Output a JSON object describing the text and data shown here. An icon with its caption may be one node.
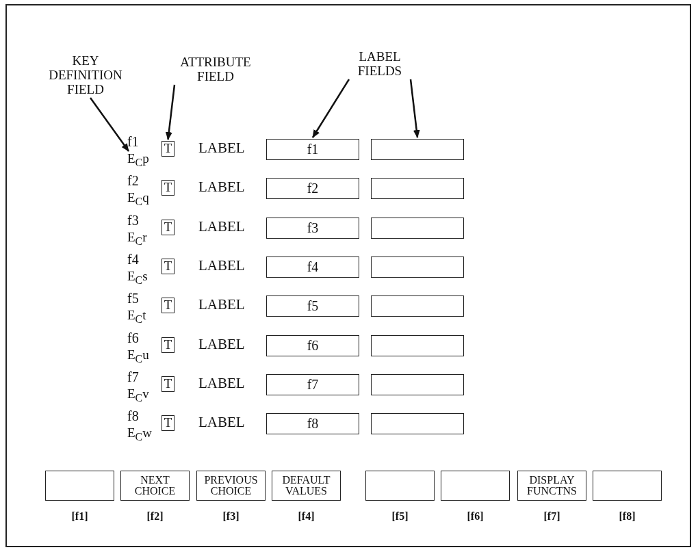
{
  "diagram": {
    "nodes": [
      {
        "text": [
          "KEY DEFINITION FIELD"
        ]
      },
      {
        "text": [
          "ATTRIBUTE FIELD"
        ]
      },
      {
        "text": [
          "LABEL FIELDS"
        ]
      },
      {
        "text": [
          "f1",
          "E$_{C}$p"
        ]
      },
      {
        "text": [
          "T"
        ]
      },
      {
        "text": [
          "f1"
        ]
      },
      {
        "text": [],
        "shape": "box"
      },
      {
        "text": [
          "f2",
          "E$_{C}$q"
        ]
      },
      {
        "text": [
          "T"
        ]
      },
      {
        "text": [
          "f2"
        ]
      },
      {
        "text": [],
        "shape": "box"
      },
      {
        "text": [
          "f3",
          "E$_{C}$r"
        ]
      },
      {
        "text": [
          "T"
        ]
      },
      {
        "text": [
          "f3"
        ]
      },
      {
        "text": [],
        "shape": "box"
      },
      {
        "text": [
          "f4",
          "E$_{C}$s"
        ]
      },
      {
        "text": [
          "T"
        ]
      },
      {
        "text": [
          "f4"
        ]
      },
      {
        "text": [],
        "shape": "box"
      },
      {
        "text": [
          "f5",
          "E$_{C}$t"
        ]
      },
      {
        "text": [
          "T"
        ]
      },
      {
        "text": [
          "f5"
        ]
      },
      {
        "text": [],
        "shape": "box"
      },
      {
        "text": [
          "f6",
          "E$_{C}$u"
        ]
      },
      {
        "text": [
          "T"
        ]
      },
      {
        "text": [
          "f6"
        ]
      },
      {
        "text": [],
        "shape": "box"
      },
      {
        "text": [
          "f7",
          "E$_{C}$v"
        ]
      },
      {
        "text": [
          "T"
        ]
      },
      {
        "text": [
          "f7"
        ]
      },
      {
        "text": [],
        "shape": "box"
      },
      {
        "text": [
          "f8",
          "E$_{C}$w"
        ]
      },
      {
        "text": [
          "T"
        ]
      },
      {
        "text": [
          "f8"
        ]
      },
      {
        "text": [],
        "shape": "box"
      },
      {
        "text": [],
        "shape": "box",
        "beside": [
          "[f1]"
        ]
      },
      {
        "text": [
          "NEXT CHOICE"
        ],
        "beside": [
          "[f2]"
        ]
      },
      {
        "text": [
          "PREVIOUS CHOICE"
        ],
        "beside": [
          "[f3]"
        ]
      },
      {
        "text": [
          "DEFAULT VALUES"
        ],
        "beside": [
          "[f4]"
        ]
      },
      {
        "text": [],
        "shape": "box",
        "beside": [
          "[f5]"
        ]
      },
      {
        "text": [],
        "shape": "box",
        "beside": [
          "[f6]"
        ]
      },
      {
        "text": [
          "DISPLAY FUNCTNS"
        ],
        "beside": [
          "[f7]"
        ]
      },
      {
        "text": [],
        "shape": "box",
        "beside": [
          "[f8]"
        ]
      }
    ],
    "edges": [
      {
        "from": 0,
        "to": 3,
        "arrow": "to"
      },
      {
        "from": 1,
        "to": 4,
        "arrow": "to"
      },
      {
        "from": 2,
        "to": 5,
        "arrow": "to"
      },
      {
        "from": 2,
        "to": 6,
        "arrow": "to"
      }
    ],
    "labels": [
      "LABEL",
      "LABEL",
      "LABEL",
      "LABEL",
      "LABEL",
      "LABEL",
      "LABEL",
      "LABEL"
    ]
  }
}
